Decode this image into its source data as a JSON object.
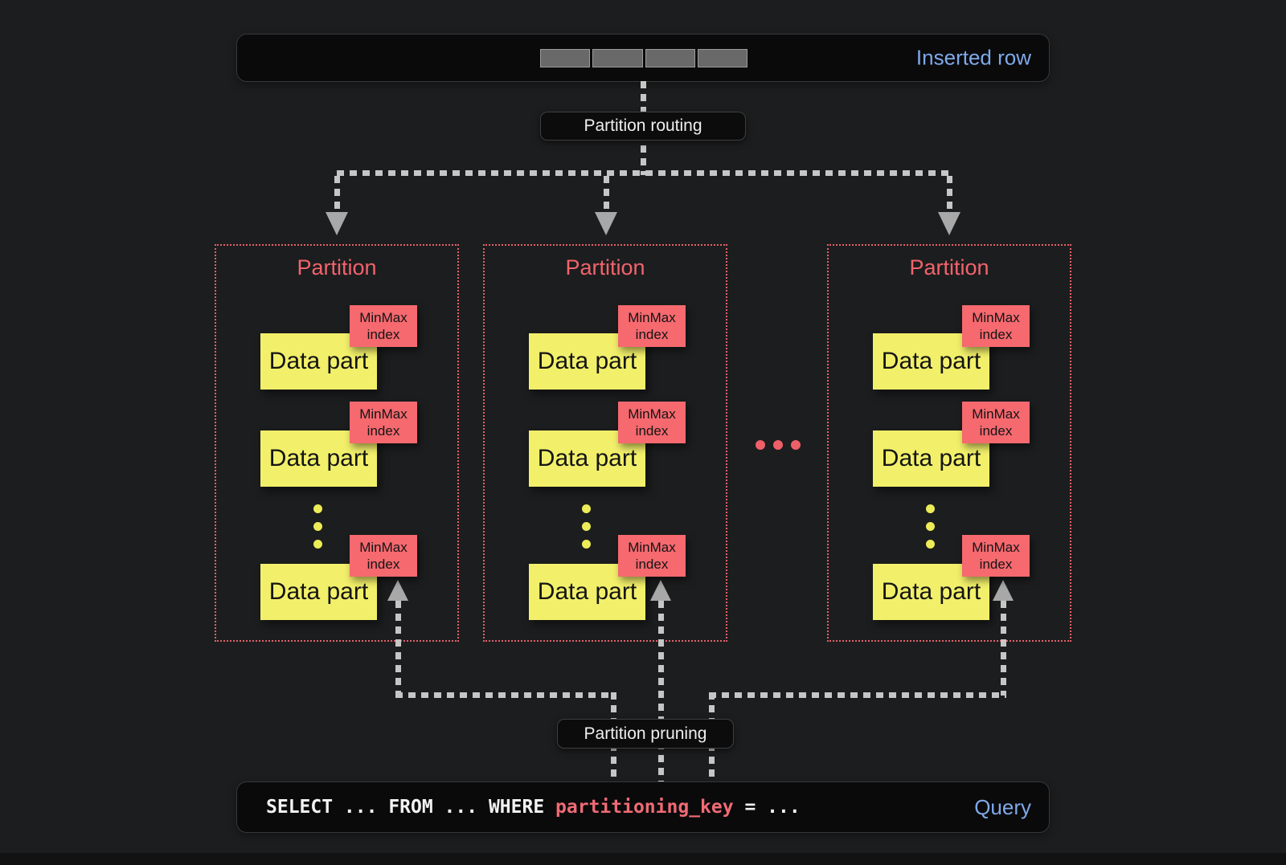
{
  "colors": {
    "background": "#1c1d1e",
    "bar_background": "#0a0a0b",
    "accent_blue": "#7fa9e9",
    "accent_salmon": "#f2636c",
    "minmax_red": "#f5696f",
    "data_part_yellow": "#f2f06a",
    "connector_gray": "#c6c6c6",
    "arrow_gray": "#a8a8a8",
    "query_key_red": "#ef6b74"
  },
  "inserted_bar": {
    "label": "Inserted row",
    "segment_count": 4
  },
  "routing_pill": {
    "label": "Partition routing"
  },
  "pruning_pill": {
    "label": "Partition pruning"
  },
  "partitions": [
    {
      "title": "Partition",
      "parts": [
        {
          "label": "Data part",
          "index_label": "MinMax index"
        },
        {
          "label": "Data part",
          "index_label": "MinMax index"
        },
        {
          "label": "Data part",
          "index_label": "MinMax index"
        }
      ]
    },
    {
      "title": "Partition",
      "parts": [
        {
          "label": "Data part",
          "index_label": "MinMax index"
        },
        {
          "label": "Data part",
          "index_label": "MinMax index"
        },
        {
          "label": "Data part",
          "index_label": "MinMax index"
        }
      ]
    },
    {
      "title": "Partition",
      "parts": [
        {
          "label": "Data part",
          "index_label": "MinMax index"
        },
        {
          "label": "Data part",
          "index_label": "MinMax index"
        },
        {
          "label": "Data part",
          "index_label": "MinMax index"
        }
      ]
    }
  ],
  "query_bar": {
    "code_prefix": "SELECT ... FROM ... WHERE ",
    "partitioning_key": "partitioning_key",
    "code_suffix": " = ...",
    "label": "Query"
  }
}
